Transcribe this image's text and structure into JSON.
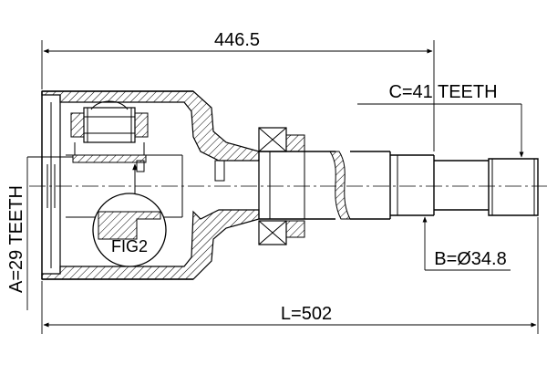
{
  "diagram": {
    "overall_length_label": "446.5",
    "spline_teeth_label": "C=41 TEETH",
    "seal_diameter_label": "B=Ø34.8",
    "total_length_label": "L=502",
    "housing_teeth_label": "A=29 TEETH",
    "detail_label": "FIG2"
  }
}
